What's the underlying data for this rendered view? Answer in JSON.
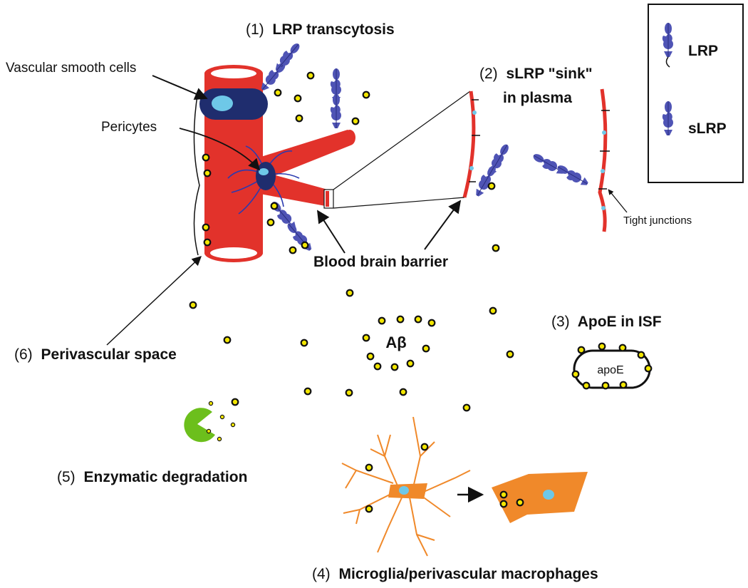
{
  "labels": {
    "lrp_transcytosis": {
      "num": "(1)",
      "text": "LRP transcytosis"
    },
    "slrp_sink": {
      "num": "(2)",
      "text": "sLRP \"sink\"",
      "text2": "in plasma"
    },
    "apoe_isf": {
      "num": "(3)",
      "text": "ApoE in ISF"
    },
    "microglia": {
      "num": "(4)",
      "text": "Microglia/perivascular macrophages"
    },
    "enzymatic": {
      "num": "(5)",
      "text": "Enzymatic degradation"
    },
    "perivascular": {
      "num": "(6)",
      "text": "Perivascular space"
    },
    "vascular_smooth_cells": "Vascular smooth cells",
    "pericytes": "Pericytes",
    "bbb": "Blood brain barrier",
    "tight_junctions": "Tight junctions",
    "abeta": "Aβ",
    "apoe": "apoE"
  },
  "legend": {
    "lrp": "LRP",
    "slrp": "sLRP"
  },
  "colors": {
    "vessel": "#e2322b",
    "smooth_cell": "#1f2d6e",
    "nucleus": "#6ec8e8",
    "receptor": "#4f54b5",
    "abeta_dot": "#f2e600",
    "microglia": "#f0892a",
    "enzyme": "#6cbf1c"
  }
}
